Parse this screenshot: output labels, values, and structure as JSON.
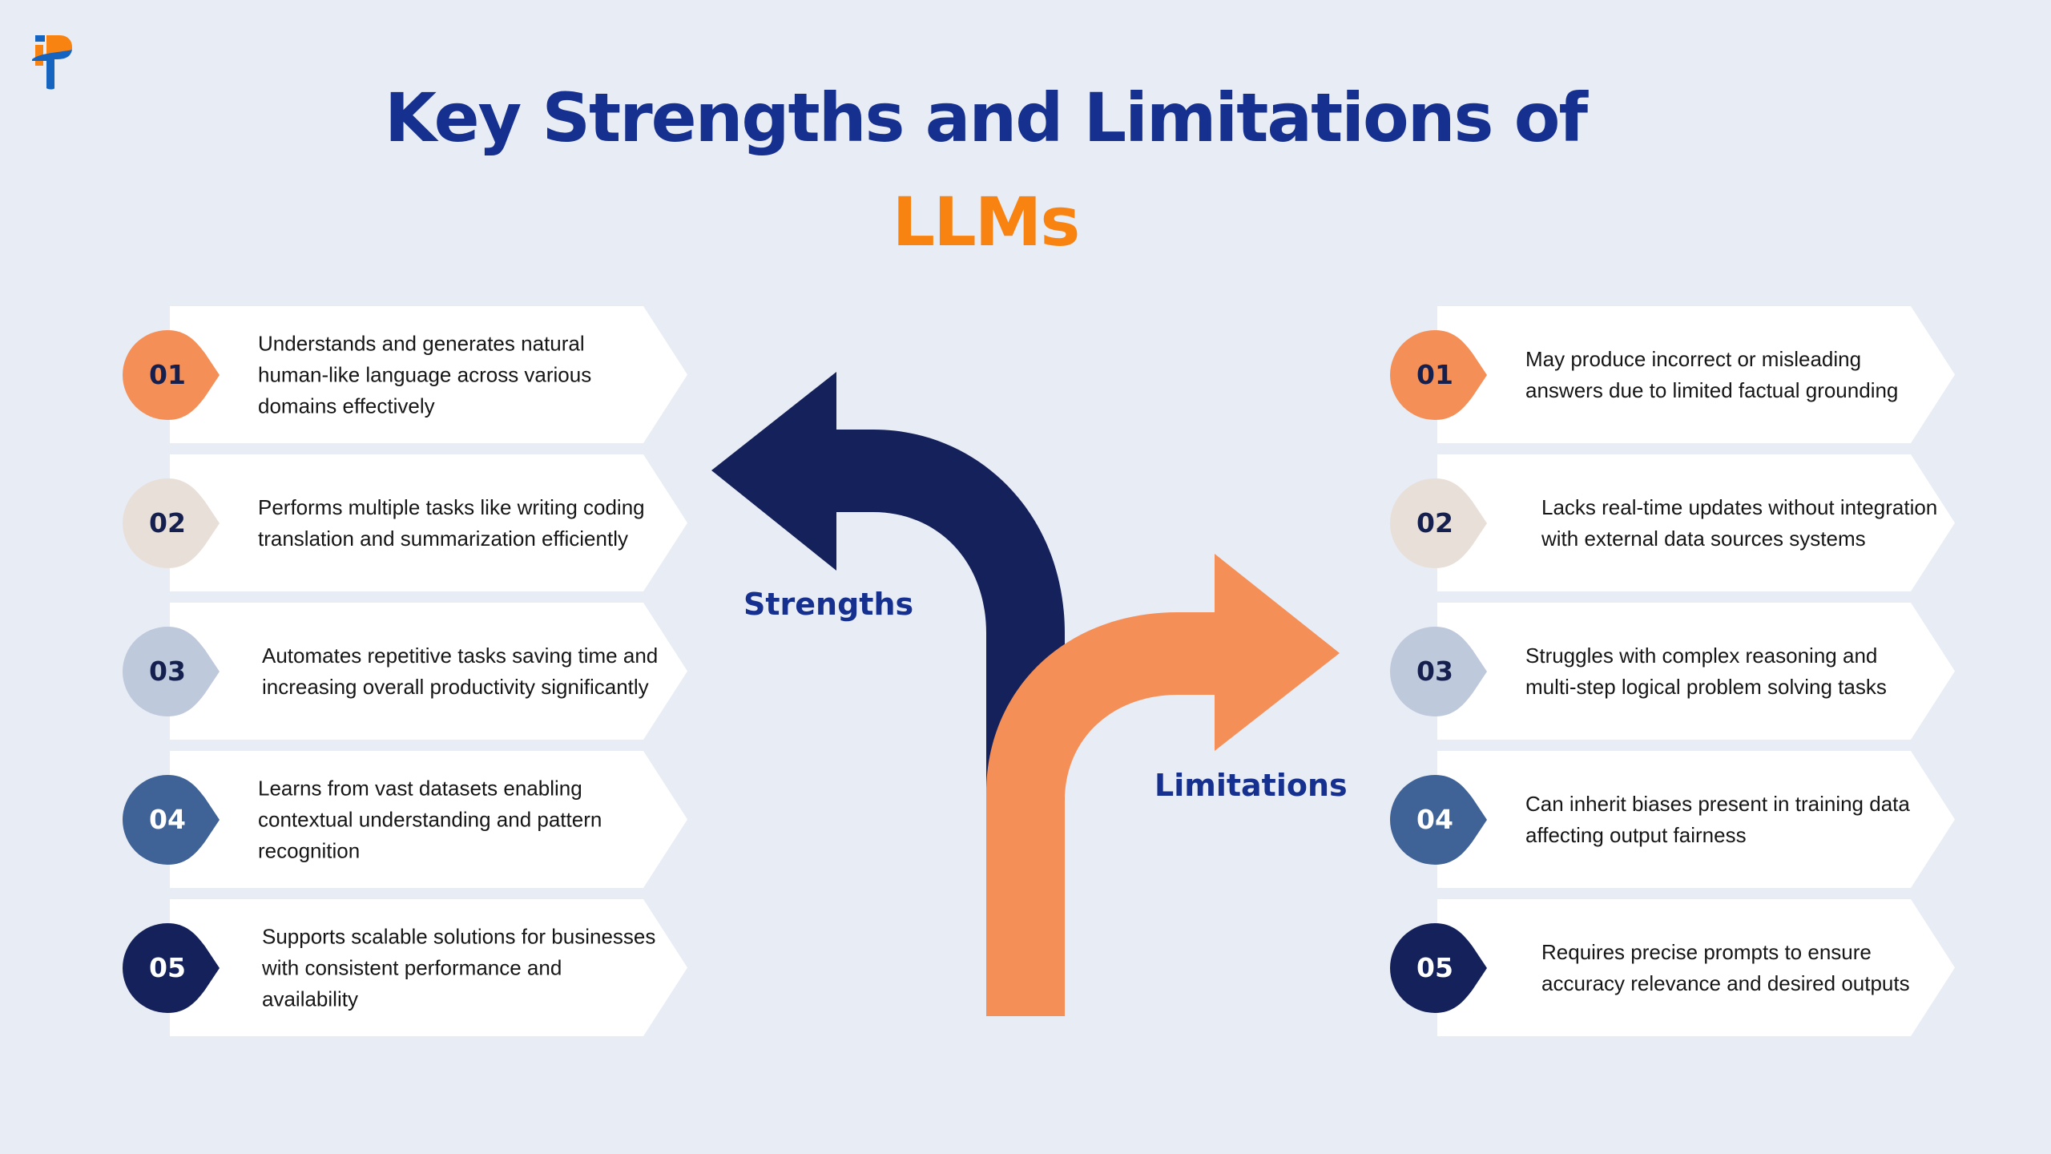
{
  "logo": {
    "name": "brand-logo",
    "colors": [
      "#F98311",
      "#1565C0"
    ]
  },
  "title": {
    "line1": "Key Strengths and Limitations of",
    "line2": "LLMs"
  },
  "colors": {
    "title": "#15308E",
    "accent": "#F98311",
    "navy_arrow": "#14215A",
    "orange_arrow": "#F48F58",
    "card": "#FFFFFF",
    "background": "#E8ECF5"
  },
  "branches": {
    "strengths_label": "Strengths",
    "limitations_label": "Limitations"
  },
  "strengths": [
    {
      "num": "01",
      "text": "Understands and generates natural human-like language across various domains effectively",
      "badge_color": "#F48F58",
      "num_color": "#15204F"
    },
    {
      "num": "02",
      "text": "Performs multiple tasks like writing coding translation and summarization efficiently",
      "badge_color": "#E8DFD8",
      "num_color": "#15204F"
    },
    {
      "num": "03",
      "text": "Automates repetitive tasks saving time and increasing overall productivity significantly",
      "badge_color": "#BFC9DC",
      "num_color": "#15204F"
    },
    {
      "num": "04",
      "text": "Learns from vast datasets enabling contextual understanding and pattern recognition",
      "badge_color": "#3F6297",
      "num_color": "#FFFFFF"
    },
    {
      "num": "05",
      "text": "Supports scalable solutions for businesses with consistent performance and availability",
      "badge_color": "#14215A",
      "num_color": "#FFFFFF"
    }
  ],
  "limitations": [
    {
      "num": "01",
      "text": "May produce incorrect or misleading answers due to limited factual grounding",
      "badge_color": "#F48F58",
      "num_color": "#15204F"
    },
    {
      "num": "02",
      "text": "Lacks real-time updates without integration with external data sources systems",
      "badge_color": "#E8DFD8",
      "num_color": "#15204F"
    },
    {
      "num": "03",
      "text": "Struggles with complex reasoning and multi-step logical problem solving tasks",
      "badge_color": "#BFC9DC",
      "num_color": "#15204F"
    },
    {
      "num": "04",
      "text": "Can inherit biases present in training data affecting output fairness",
      "badge_color": "#3F6297",
      "num_color": "#FFFFFF"
    },
    {
      "num": "05",
      "text": "Requires precise prompts to ensure accuracy relevance and desired outputs",
      "badge_color": "#14215A",
      "num_color": "#FFFFFF"
    }
  ]
}
